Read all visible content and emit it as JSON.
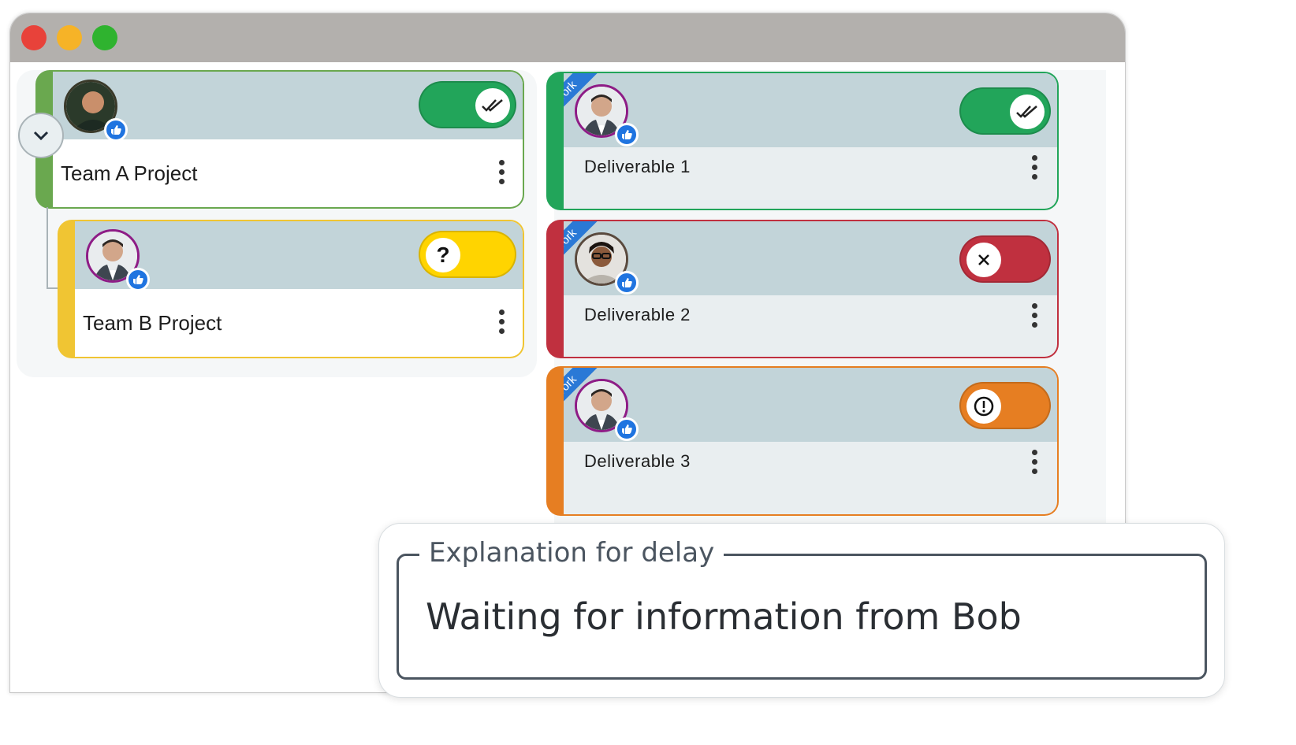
{
  "window": {
    "buttons": [
      "close",
      "minimize",
      "maximize"
    ]
  },
  "projects": [
    {
      "title": "Team A Project",
      "status": "done",
      "color": "#6aa84f",
      "toggle_color": "#22a55a",
      "toggle_icon": "double-check-icon"
    },
    {
      "title": "Team B Project",
      "status": "unknown",
      "color": "#f0c533",
      "toggle_color": "#ffd400",
      "toggle_icon": "question-icon",
      "toggle_symbol": "?"
    }
  ],
  "deliverables": [
    {
      "ribbon": "Work",
      "title": "Deliverable 1",
      "status": "done",
      "color": "#22a55a",
      "toggle_color": "#22a55a",
      "toggle_icon": "double-check-icon"
    },
    {
      "ribbon": "Work",
      "title": "Deliverable 2",
      "status": "blocked",
      "color": "#c0303f",
      "toggle_color": "#c0303f",
      "toggle_icon": "close-icon"
    },
    {
      "ribbon": "Work",
      "title": "Deliverable 3",
      "status": "warning",
      "color": "#e67e22",
      "toggle_color": "#e67e22",
      "toggle_icon": "alert-circle-icon"
    }
  ],
  "delay_explanation": {
    "label": "Explanation for delay",
    "value": "Waiting for information from Bob"
  },
  "colors": {
    "card_header": "#c2d4d9",
    "avatar_ring": "#8e1c86",
    "like_badge": "#1f74e0",
    "ribbon": "#2a79d6"
  }
}
